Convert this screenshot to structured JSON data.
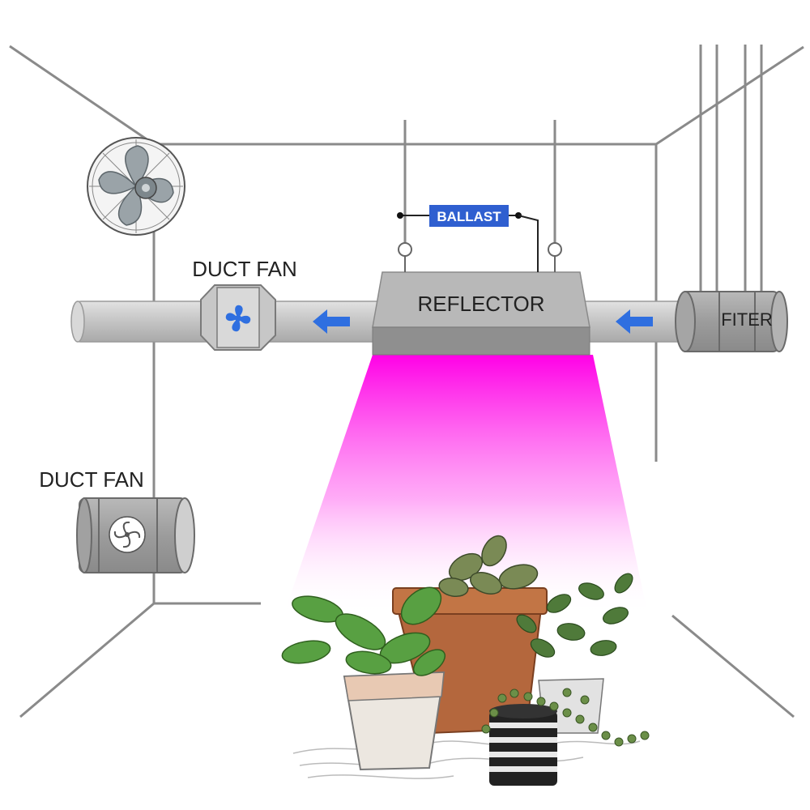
{
  "labels": {
    "duct_fan_top": "DUCT FAN",
    "duct_fan_left": "DUCT FAN",
    "reflector": "REFLECTOR",
    "ballast": "BALLAST",
    "filter": "FITER"
  },
  "colors": {
    "frame_line": "#8a8a8a",
    "duct": "#c9c9c9",
    "duct_dark": "#9a9a9a",
    "ballast_bg": "#2f5fd0",
    "arrow_blue": "#2f6fe0",
    "light_magenta": "#ff00e6"
  },
  "icons": {
    "wall_fan": "oscillating-fan-icon",
    "duct_fan_top": "duct-fan-icon",
    "duct_fan_left": "inline-fan-icon",
    "airflow": "arrow-left-icon",
    "plants": "potted-plants-illustration"
  }
}
